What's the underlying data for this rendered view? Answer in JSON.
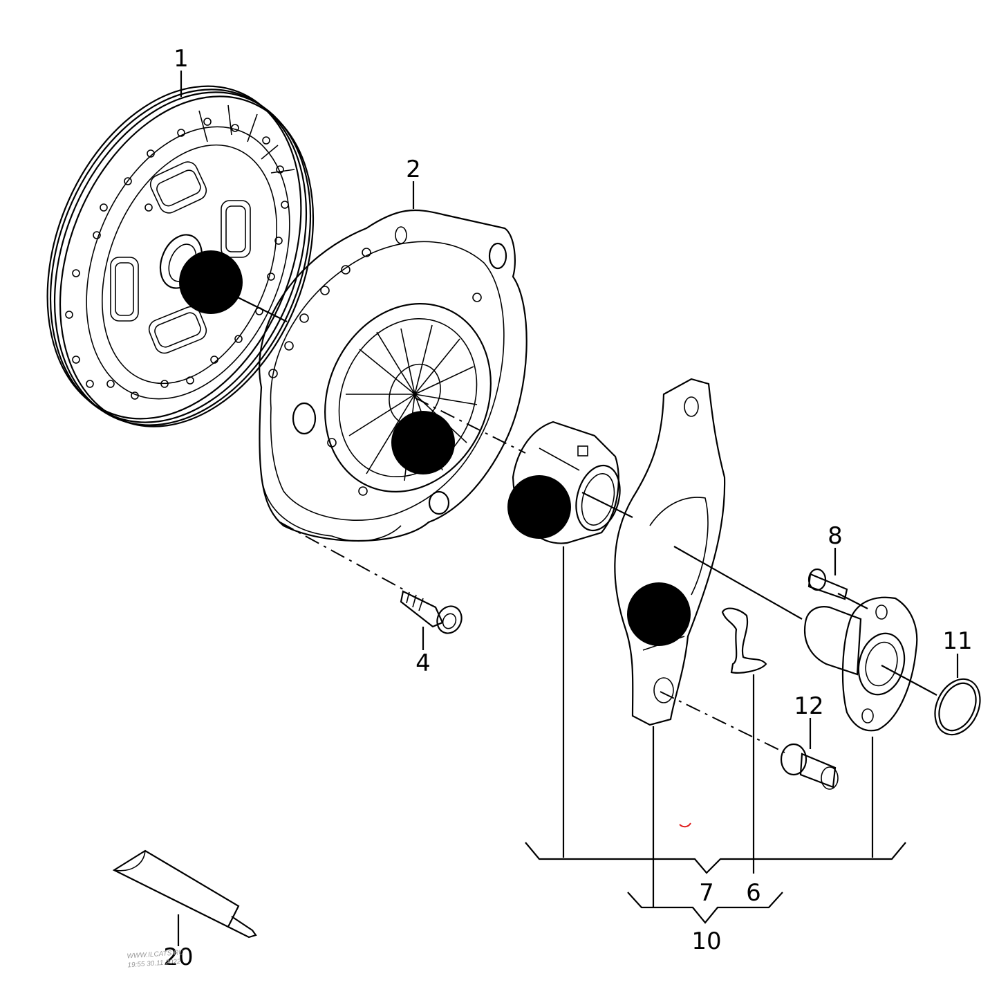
{
  "callouts": {
    "c1": "1",
    "c2": "2",
    "c4": "4",
    "c6": "6",
    "c7": "7",
    "c8": "8",
    "c10": "10",
    "c11": "11",
    "c12": "12",
    "c20": "20"
  },
  "watermark": {
    "line1": "WWW.ILCATS.RU",
    "line2": "19:55 30.11.2022"
  },
  "colors": {
    "ink": "#000000",
    "background": "#ffffff",
    "watermark": "#9a9a9a"
  }
}
